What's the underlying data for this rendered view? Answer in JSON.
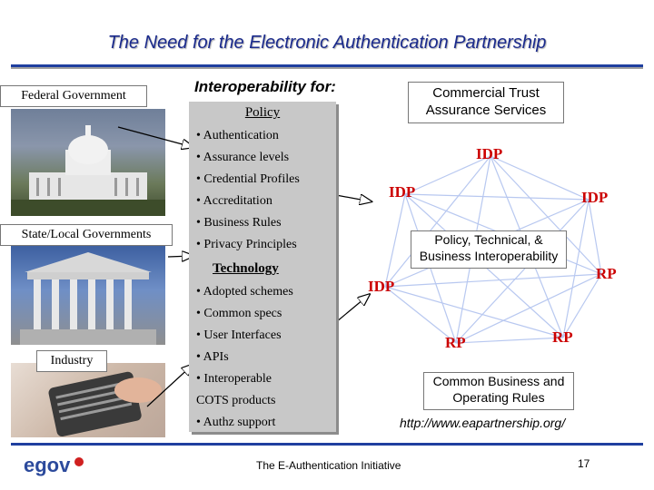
{
  "slide": {
    "title": "The Need for the Electronic Authentication Partnership",
    "page_number": "17",
    "footer_text": "The E-Authentication Initiative",
    "logo_text": "egov"
  },
  "left": {
    "federal_label": "Federal Government",
    "state_label": "State/Local Governments",
    "industry_label": "Industry"
  },
  "middle": {
    "heading": "Interoperability for:",
    "policy_heading": "Policy",
    "policy_items": [
      "• Authentication",
      "• Assurance levels",
      "• Credential Profiles",
      "• Accreditation",
      "• Business Rules",
      "• Privacy Principles"
    ],
    "technology_heading": "Technology",
    "technology_items": [
      "• Adopted schemes",
      "• Common specs",
      "• User Interfaces",
      "• APIs",
      "• Interoperable",
      "COTS products",
      "• Authz support"
    ]
  },
  "network": {
    "commercial_trust": "Commercial Trust Assurance Services",
    "nodes": {
      "idp_top": "IDP",
      "idp_left": "IDP",
      "idp_right": "IDP",
      "idp_mid": "IDP",
      "rp_right": "RP",
      "rp_bottom_left": "RP",
      "rp_bottom_right": "RP"
    },
    "center_text": "Policy, Technical, & Business Interoperability",
    "rules_text": "Common Business and Operating Rules",
    "url": "http://www.eapartnership.org/"
  },
  "colors": {
    "title": "#1a2a8c",
    "node_text": "#cc0000",
    "network_lines": "#b8c8f0",
    "box_fill": "#c8c8c8",
    "rule_blue": "#1f3f9f"
  }
}
